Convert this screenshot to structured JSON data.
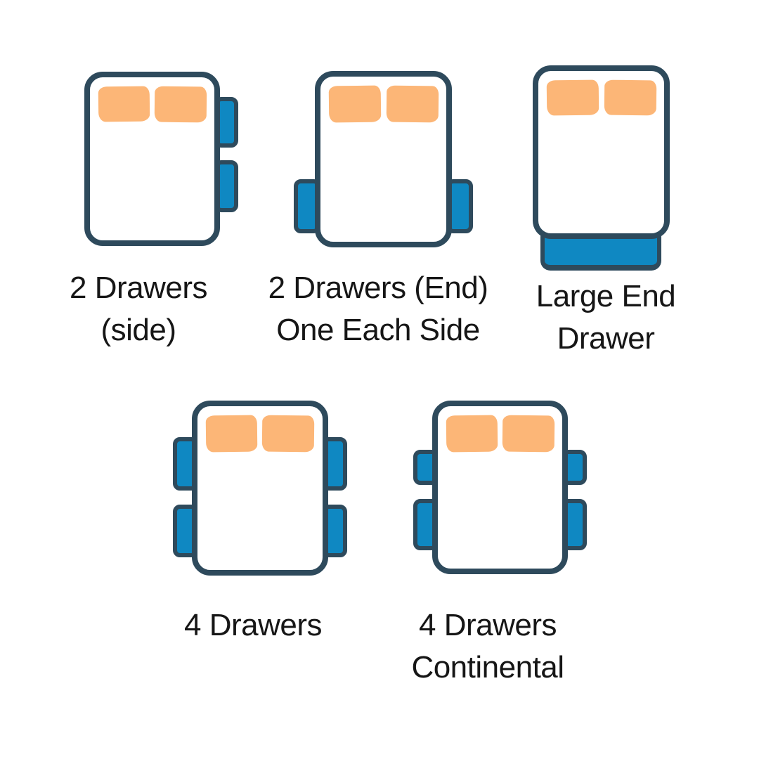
{
  "diagram": {
    "colors": {
      "outline": "#2e4a5c",
      "drawer": "#0f88c2",
      "pillow": "#fcb677",
      "text": "#161616",
      "background": "#ffffff"
    },
    "beds": [
      {
        "name": "2 Drawers (side)",
        "label_line1": "2 Drawers",
        "label_line2": "(side)",
        "drawer_count": 2
      },
      {
        "name": "2 Drawers (End) One Each Side",
        "label_line1": "2 Drawers (End)",
        "label_line2": "One Each Side",
        "drawer_count": 2
      },
      {
        "name": "Large End Drawer",
        "label_line1": "Large End",
        "label_line2": "Drawer",
        "drawer_count": 1
      },
      {
        "name": "4 Drawers",
        "label_line1": "4 Drawers",
        "label_line2": "",
        "drawer_count": 4
      },
      {
        "name": "4 Drawers Continental",
        "label_line1": "4 Drawers",
        "label_line2": "Continental",
        "drawer_count": 4
      }
    ]
  }
}
